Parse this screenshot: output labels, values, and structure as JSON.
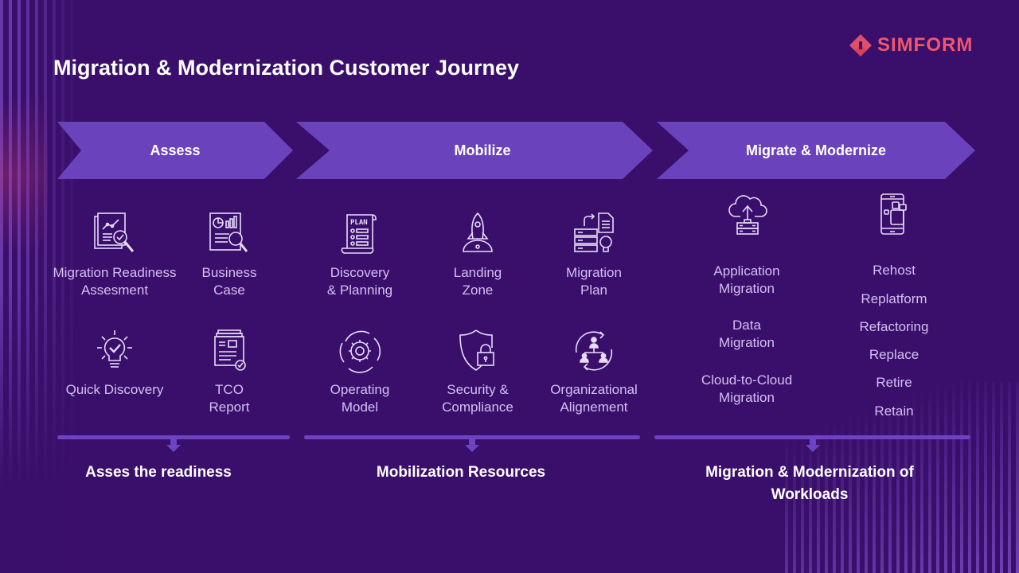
{
  "title": "Migration & Modernization Customer Journey",
  "brand": {
    "name": "SIMFORM",
    "color": "#f2566a"
  },
  "colors": {
    "background": "#3a0f6b",
    "chevron": "#6a42bb",
    "item_text": "#d3c0f2"
  },
  "stages": [
    {
      "label": "Assess"
    },
    {
      "label": "Mobilize"
    },
    {
      "label": "Migrate & Modernize"
    }
  ],
  "assess": {
    "items": [
      {
        "label_l1": "Migration Readiness",
        "label_l2": "Assesment",
        "icon": "readiness-report-icon"
      },
      {
        "label_l1": "Business",
        "label_l2": "Case",
        "icon": "business-case-icon"
      },
      {
        "label_l1": "Quick Discovery",
        "label_l2": "",
        "icon": "lightbulb-check-icon"
      },
      {
        "label_l1": "TCO",
        "label_l2": "Report",
        "icon": "report-check-icon"
      }
    ],
    "summary": "Asses the readiness"
  },
  "mobilize": {
    "items": [
      {
        "label_l1": "Discovery",
        "label_l2": "& Planning",
        "icon": "plan-scroll-icon",
        "icon_text": "PLAN"
      },
      {
        "label_l1": "Landing",
        "label_l2": "Zone",
        "icon": "rocket-icon"
      },
      {
        "label_l1": "Migration",
        "label_l2": "Plan",
        "icon": "server-document-icon"
      },
      {
        "label_l1": "Operating",
        "label_l2": "Model",
        "icon": "gear-cycle-icon"
      },
      {
        "label_l1": "Security &",
        "label_l2": "Compliance",
        "icon": "shield-lock-icon"
      },
      {
        "label_l1": "Organizational",
        "label_l2": "Alignement",
        "icon": "org-chart-cycle-icon"
      }
    ],
    "summary": "Mobilization Resources"
  },
  "migrate": {
    "left_items": [
      {
        "label_l1": "Application",
        "label_l2": "Migration"
      },
      {
        "label_l1": "Data",
        "label_l2": "Migration"
      },
      {
        "label_l1": "Cloud-to-Cloud",
        "label_l2": "Migration"
      }
    ],
    "right_items": [
      "Rehost",
      "Replatform",
      "Refactoring",
      "Replace",
      "Retire",
      "Retain"
    ],
    "summary_l1": "Migration & Modernization of",
    "summary_l2": "Workloads"
  }
}
